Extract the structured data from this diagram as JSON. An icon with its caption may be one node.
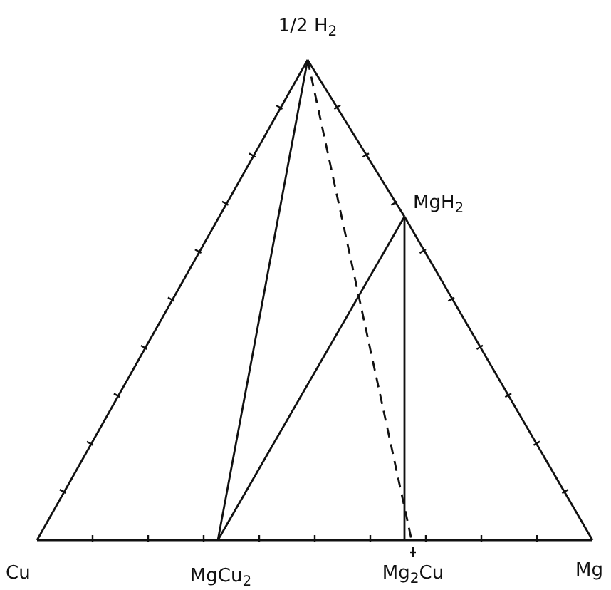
{
  "diagram": {
    "nodes": [
      {
        "text": [
          "1/2 H$_{2}$"
        ]
      },
      {
        "text": [
          "MgH$_{2}$"
        ]
      },
      {
        "text": [
          "Cu"
        ]
      },
      {
        "text": [
          "MgCu$_{2}$"
        ]
      },
      {
        "text": [
          "Mg$_{2}$Cu"
        ]
      },
      {
        "text": [
          "Mg"
        ]
      }
    ],
    "edges": [
      {
        "from": 2,
        "to": 0,
        "arrow": "none"
      },
      {
        "from": 0,
        "to": 1,
        "arrow": "none"
      },
      {
        "from": 1,
        "to": 5,
        "arrow": "none"
      },
      {
        "from": 2,
        "to": 3,
        "arrow": "none"
      },
      {
        "from": 3,
        "to": 4,
        "arrow": "none"
      },
      {
        "from": 4,
        "to": 5,
        "arrow": "none"
      },
      {
        "from": 0,
        "to": 3,
        "arrow": "none"
      },
      {
        "from": 3,
        "to": 1,
        "arrow": "none"
      },
      {
        "from": 1,
        "to": 4,
        "arrow": "none"
      },
      {
        "from": 0,
        "to": 4,
        "arrow": "none",
        "style": "dashed"
      }
    ]
  }
}
